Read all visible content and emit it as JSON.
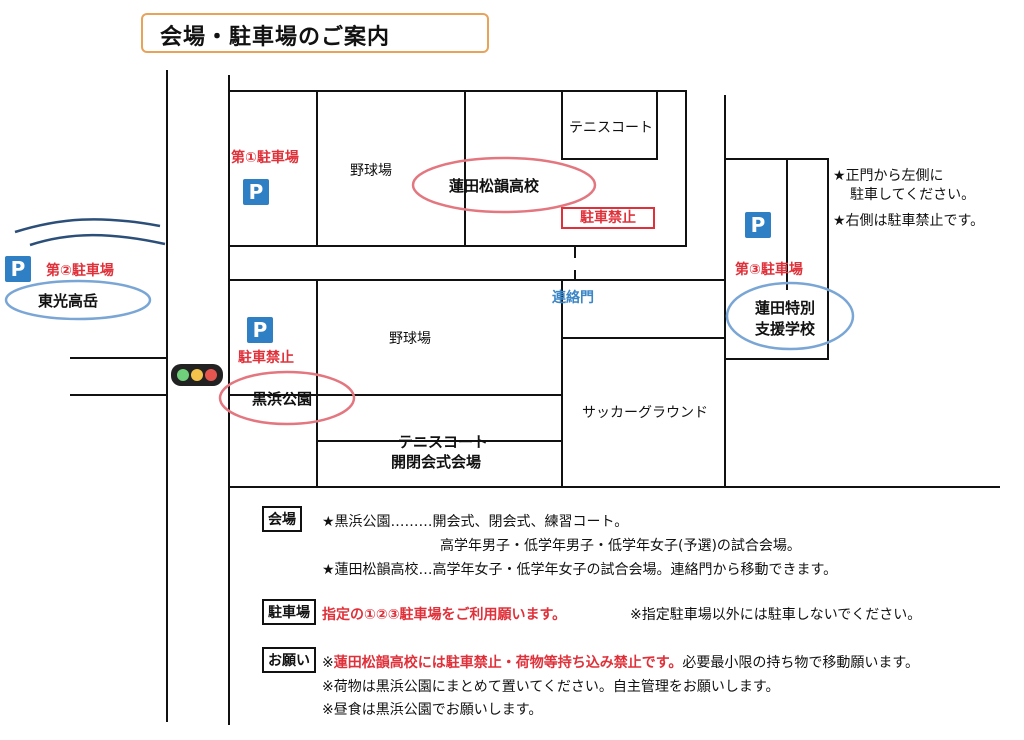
{
  "title": "会場・駐車場のご案内",
  "labels": {
    "parking1": "第①駐車場",
    "parking2": "第②駐車場",
    "parking3": "第③駐車場",
    "p_letter": "P",
    "no_parking": "駐車禁止",
    "baseball_top": "野球場",
    "baseball_bottom": "野球場",
    "tennis_top": "テニスコート",
    "tennis_bottom_line1": "テニスコート",
    "tennis_bottom_line2": "開閉会式会場",
    "school_main": "蓮田松韻高校",
    "school_tokou": "東光高岳",
    "school_special_line1": "蓮田特別",
    "school_special_line2": "支援学校",
    "park": "黒浜公園",
    "gate": "連絡門",
    "soccer": "サッカーグラウンド",
    "side_note1_line1": "★正門から左側に",
    "side_note1_line2": "駐車してください。",
    "side_note2": "★右側は駐車禁止です。"
  },
  "info": {
    "venue_tag": "会場",
    "venue_line1": "★黒浜公園………開会式、閉会式、練習コート。",
    "venue_line2": "高学年男子・低学年男子・低学年女子(予選)の試合会場。",
    "venue_line3": "★蓮田松韻高校…高学年女子・低学年女子の試合会場。連絡門から移動できます。",
    "parking_tag": "駐車場",
    "parking_red": "指定の①②③駐車場をご利用願います。",
    "parking_note": "※指定駐車場以外には駐車しないでください。",
    "request_tag": "お願い",
    "request_prefix": "※",
    "request_red": "蓮田松韻高校には駐車禁止・荷物等持ち込み禁止です。",
    "request_rest": "必要最小限の持ち物で移動願います。",
    "request_line2": "※荷物は黒浜公園にまとめて置いてください。自主管理をお願いします。",
    "request_line3": "※昼食は黒浜公園でお願いします。"
  },
  "colors": {
    "red": "#e0313a",
    "blue": "#3b86c6",
    "parking_blue": "#2e7fc4",
    "pink_ellipse": "#e3767e",
    "blue_ellipse": "#7aa6d6",
    "title_border": "#e8a35a"
  },
  "icons": {
    "traffic_light": "traffic-light-icon",
    "parking": "parking-icon"
  }
}
